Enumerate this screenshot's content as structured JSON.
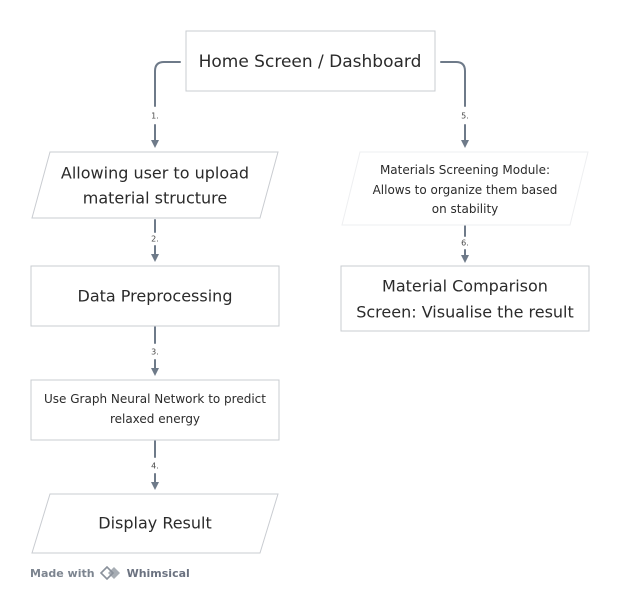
{
  "nodes": {
    "home": "Home Screen / Dashboard",
    "upload_line1": "Allowing user to upload",
    "upload_line2": "material structure",
    "preprocessing": "Data Preprocessing",
    "gnn_line1": "Use Graph Neural Network to predict",
    "gnn_line2": "relaxed energy",
    "display": "Display Result",
    "screening_line1": "Materials Screening Module:",
    "screening_line2": "Allows to organize them based",
    "screening_line3": "on stability",
    "comparison_line1": "Material Comparison",
    "comparison_line2": "Screen: Visualise the result"
  },
  "edges": {
    "e1": "1.",
    "e2": "2.",
    "e3": "3.",
    "e4": "4.",
    "e5": "5.",
    "e6": "6."
  },
  "footer": {
    "made_with": "Made with",
    "brand": "Whimsical"
  },
  "colors": {
    "stroke": "#c9ccd1",
    "connector": "#6e7a89",
    "text": "#2b2b2b"
  }
}
